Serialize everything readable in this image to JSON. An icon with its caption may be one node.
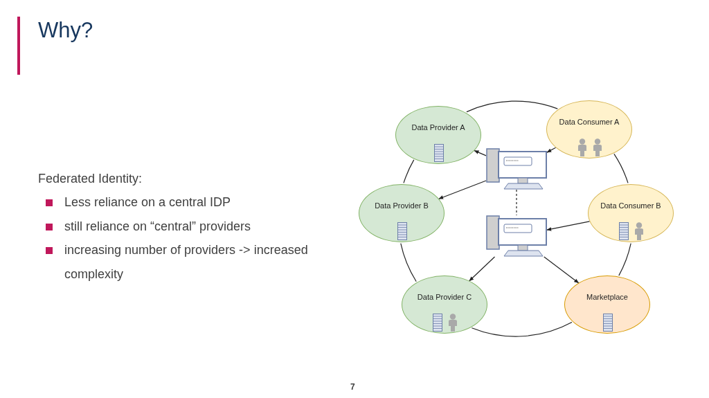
{
  "diagram": {
    "title": "Why?",
    "nodes": [
      {
        "text": [
          "Data Provider A"
        ]
      },
      {
        "text": [
          "Data Consumer A"
        ]
      },
      {
        "text": [
          "Data Provider B"
        ]
      },
      {
        "text": [
          "Data Consumer B"
        ]
      },
      {
        "text": [
          "Data Provider C"
        ]
      },
      {
        "text": [
          "Marketplace"
        ]
      },
      {
        "text": [],
        "shape": "computer"
      },
      {
        "text": [],
        "shape": "computer"
      }
    ],
    "edges": [
      {
        "from": 6,
        "to": 0,
        "arrow": "to"
      },
      {
        "from": 6,
        "to": 2,
        "arrow": "to"
      },
      {
        "from": 1,
        "to": 6,
        "arrow": "to"
      },
      {
        "from": 6,
        "to": 7,
        "arrow": "none",
        "style": "dashed"
      },
      {
        "from": 3,
        "to": 7,
        "arrow": "to"
      },
      {
        "from": 7,
        "to": 4,
        "arrow": "to"
      },
      {
        "from": 7,
        "to": 5,
        "arrow": "to"
      },
      {
        "from": 0,
        "to": 1,
        "arrow": "none"
      },
      {
        "from": 1,
        "to": 3,
        "arrow": "none"
      },
      {
        "from": 3,
        "to": 5,
        "arrow": "none"
      },
      {
        "from": 5,
        "to": 4,
        "arrow": "none"
      },
      {
        "from": 4,
        "to": 2,
        "arrow": "none"
      },
      {
        "from": 2,
        "to": 0,
        "arrow": "none"
      }
    ],
    "labels": [
      "Federated Identity:",
      "Less reliance on a central IDP",
      "still reliance on “central” providers",
      "increasing number of providers -> increased complexity",
      "7"
    ]
  }
}
